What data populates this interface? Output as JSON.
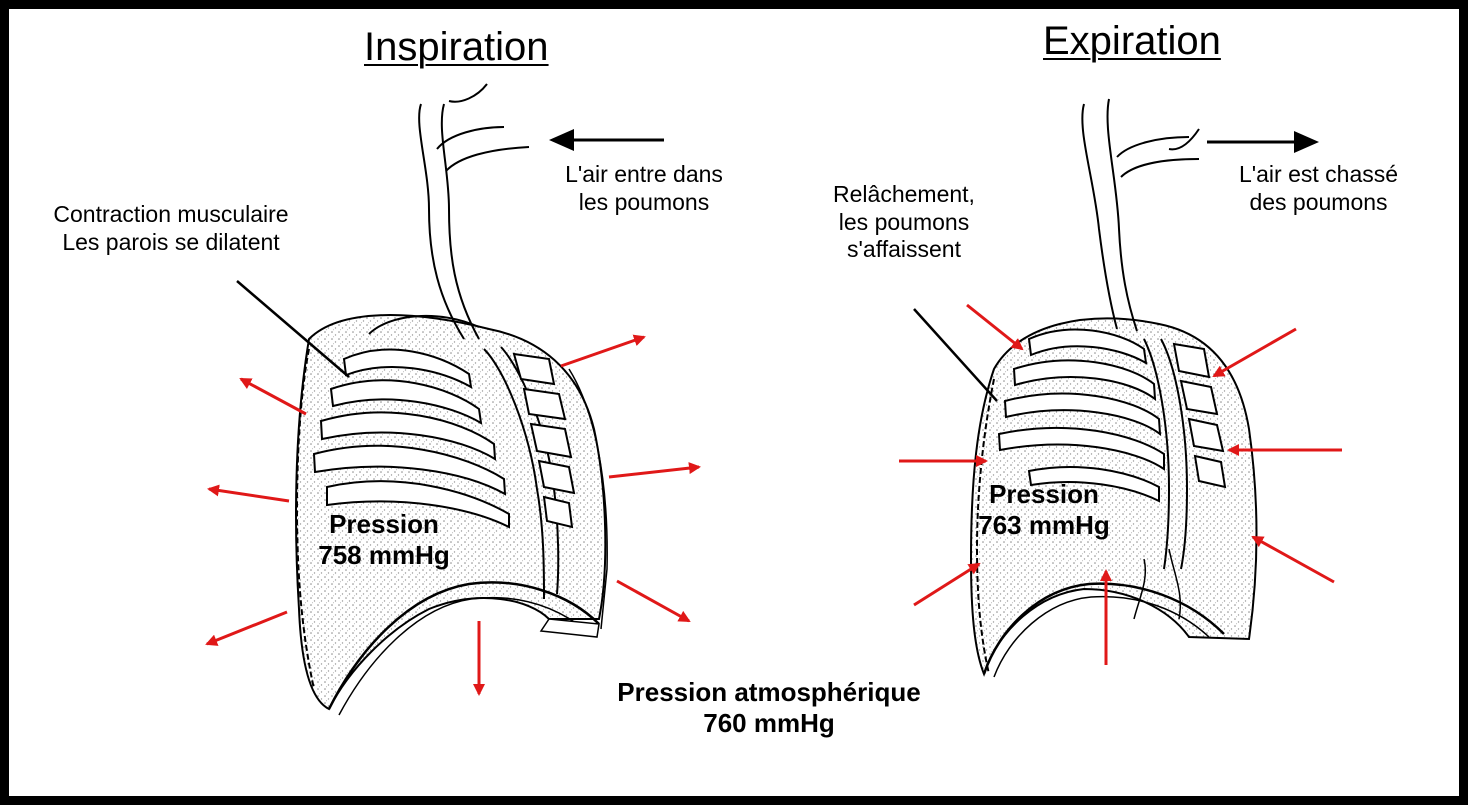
{
  "colors": {
    "arrow": "#e01818",
    "ink": "#000000",
    "stipple": "#9a9a9a",
    "background": "#ffffff",
    "border": "#000000"
  },
  "inspiration": {
    "title": "Inspiration",
    "air_line1": "L'air entre dans",
    "air_line2": "les poumons",
    "muscle_line1": "Contraction musculaire",
    "muscle_line2": "Les parois se dilatent",
    "pressure_line1": "Pression",
    "pressure_line2": "758 mmHg"
  },
  "expiration": {
    "title": "Expiration",
    "air_line1": "L'air est chassé",
    "air_line2": "des poumons",
    "relax_line1": "Relâchement,",
    "relax_line2": "les poumons",
    "relax_line3": "s'affaissent",
    "pressure_line1": "Pression",
    "pressure_line2": "763 mmHg"
  },
  "atmosphere": {
    "line1": "Pression atmosphérique",
    "line2": "760 mmHg"
  },
  "icons": [
    "arrow-left-icon",
    "arrow-right-icon",
    "red-outward-arrow-icon",
    "red-inward-arrow-icon"
  ]
}
